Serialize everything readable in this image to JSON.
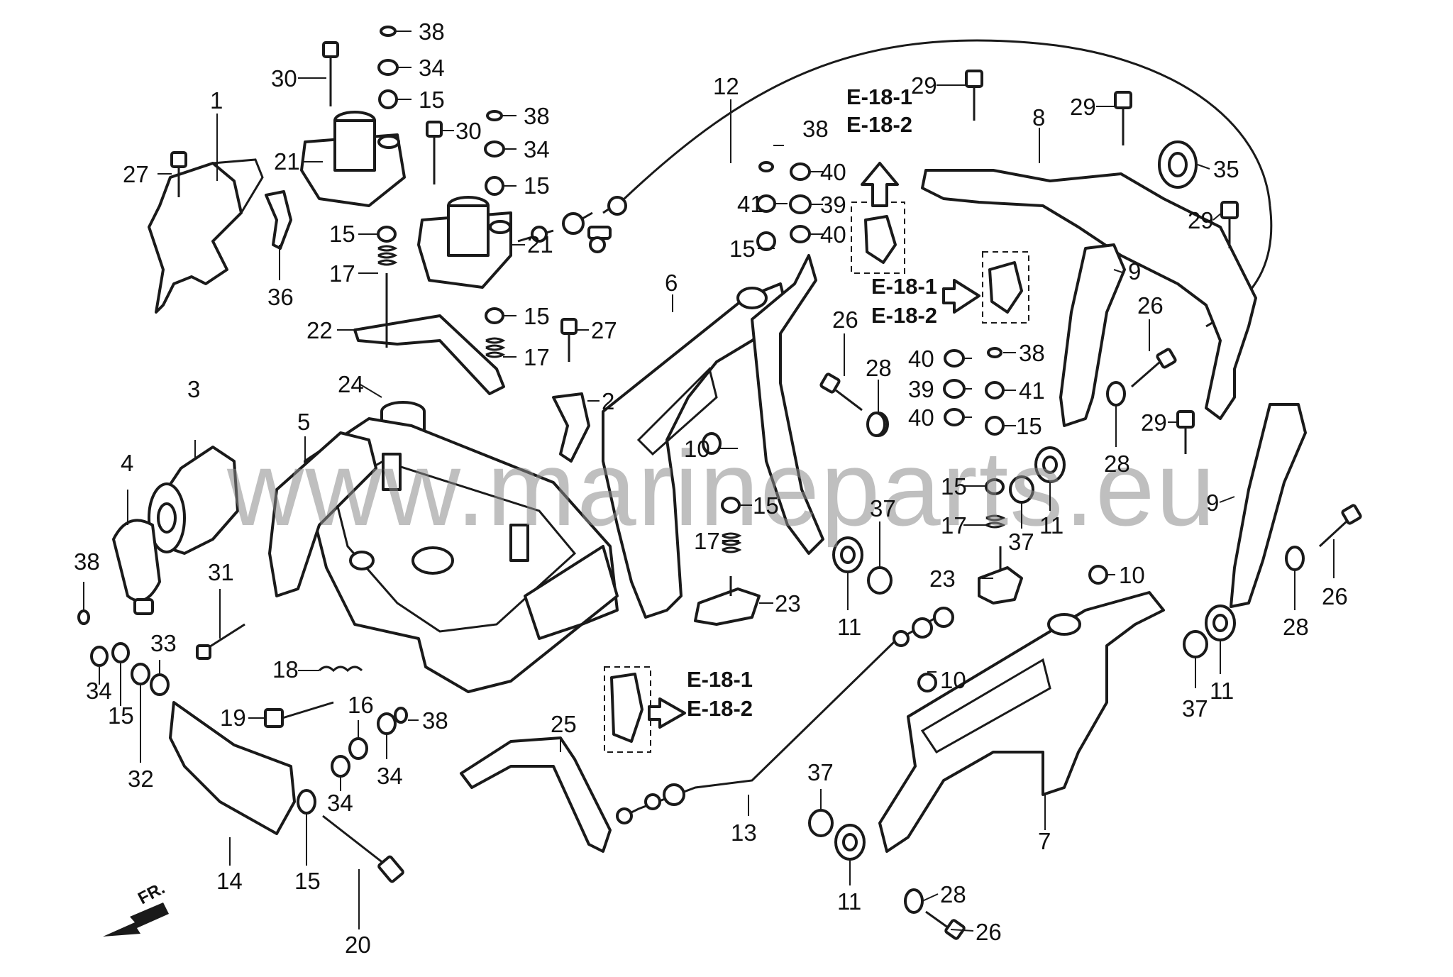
{
  "watermark": "www.marineparts.eu",
  "direction_label": "FR.",
  "refs": {
    "e1": "E-18-1",
    "e2": "E-18-2"
  },
  "labels": {
    "p1": "1",
    "p2": "2",
    "p3": "3",
    "p4": "4",
    "p5": "5",
    "p6": "6",
    "p7": "7",
    "p8": "8",
    "p9a": "9",
    "p9b": "9",
    "p10a": "10",
    "p10b": "10",
    "p10c": "10",
    "p11a": "11",
    "p11b": "11",
    "p11c": "11",
    "p11d": "11",
    "p12": "12",
    "p13": "13",
    "p14": "14",
    "p15a": "15",
    "p15b": "15",
    "p15c": "15",
    "p15d": "15",
    "p15e": "15",
    "p15f": "15",
    "p15g": "15",
    "p15h": "15",
    "p15i": "15",
    "p16": "16",
    "p17a": "17",
    "p17b": "17",
    "p17c": "17",
    "p17d": "17",
    "p18": "18",
    "p19": "19",
    "p20": "20",
    "p21a": "21",
    "p21b": "21",
    "p22": "22",
    "p23a": "23",
    "p23b": "23",
    "p24": "24",
    "p25": "25",
    "p26a": "26",
    "p26b": "26",
    "p26c": "26",
    "p26d": "26",
    "p27a": "27",
    "p27b": "27",
    "p28a": "28",
    "p28b": "28",
    "p28c": "28",
    "p28d": "28",
    "p29a": "29",
    "p29b": "29",
    "p29c": "29",
    "p29d": "29",
    "p30a": "30",
    "p30b": "30",
    "p31": "31",
    "p32": "32",
    "p33": "33",
    "p34a": "34",
    "p34b": "34",
    "p34c": "34",
    "p34d": "34",
    "p34e": "34",
    "p35": "35",
    "p36": "36",
    "p37a": "37",
    "p37b": "37",
    "p37c": "37",
    "p37d": "37",
    "p38a": "38",
    "p38b": "38",
    "p38c": "38",
    "p38d": "38",
    "p38e": "38",
    "p38f": "38",
    "p39a": "39",
    "p39b": "39",
    "p40a": "40",
    "p40b": "40",
    "p40c": "40",
    "p40d": "40",
    "p41a": "41",
    "p41b": "41"
  }
}
